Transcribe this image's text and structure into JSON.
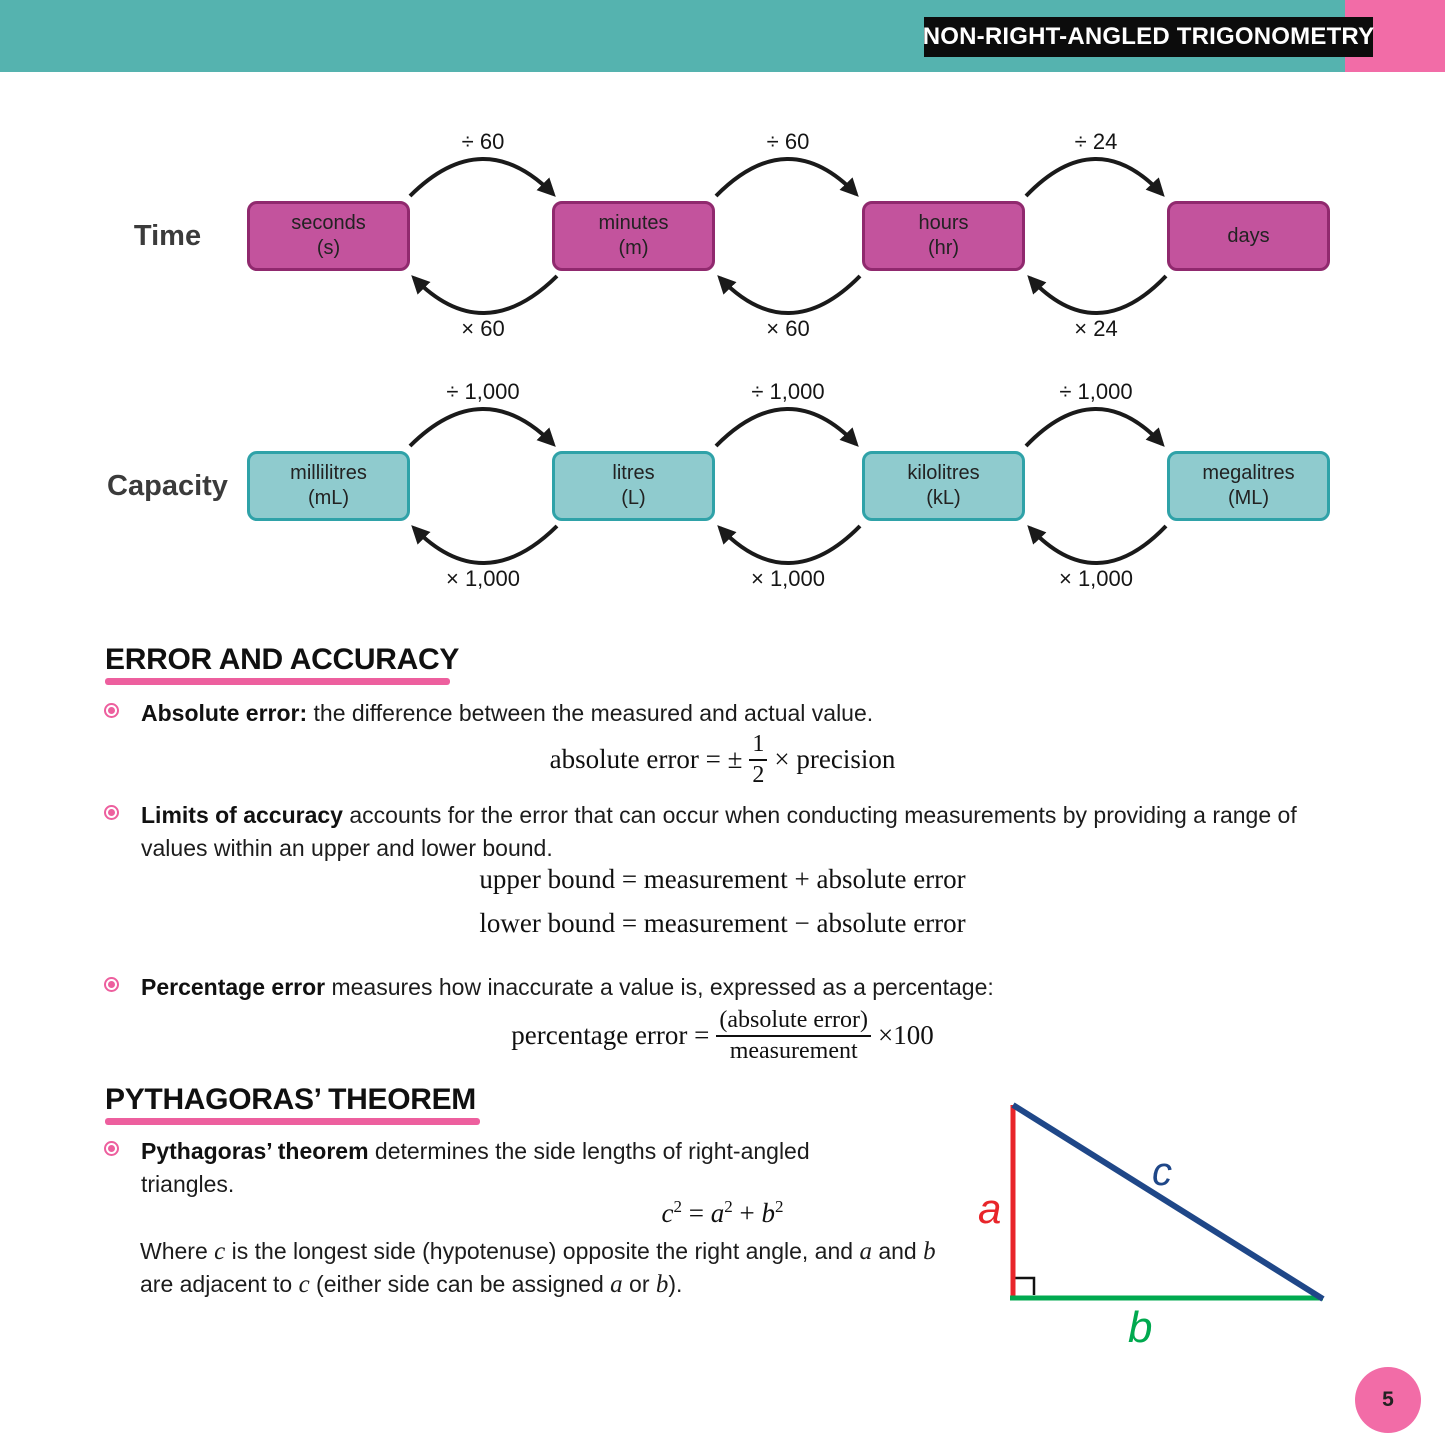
{
  "colors": {
    "teal": "#55b3af",
    "pink": "#f26ca7",
    "accent-pink": "#ed5f9e",
    "magenta-fill": "#c3539d",
    "magenta-border": "#90296e",
    "teal-fill": "#8fcbce",
    "teal-border": "#2fa2a8",
    "tri-red": "#e8252a",
    "tri-green": "#00a94f",
    "tri-blue": "#1f4788"
  },
  "header": {
    "title": "NON-RIGHT-ANGLED TRIGONOMETRY"
  },
  "conversions": {
    "rows": [
      {
        "label": "Time",
        "boxes": [
          {
            "line1": "seconds",
            "line2": "(s)"
          },
          {
            "line1": "minutes",
            "line2": "(m)"
          },
          {
            "line1": "hours",
            "line2": "(hr)"
          },
          {
            "line1": "days",
            "line2": ""
          }
        ],
        "top_labels": [
          "÷ 60",
          "÷ 60",
          "÷ 24"
        ],
        "bottom_labels": [
          "× 60",
          "× 60",
          "× 24"
        ]
      },
      {
        "label": "Capacity",
        "boxes": [
          {
            "line1": "millilitres",
            "line2": "(mL)"
          },
          {
            "line1": "litres",
            "line2": "(L)"
          },
          {
            "line1": "kilolitres",
            "line2": "(kL)"
          },
          {
            "line1": "megalitres",
            "line2": "(ML)"
          }
        ],
        "top_labels": [
          "÷ 1,000",
          "÷ 1,000",
          "÷ 1,000"
        ],
        "bottom_labels": [
          "× 1,000",
          "× 1,000",
          "× 1,000"
        ]
      }
    ]
  },
  "error_accuracy": {
    "heading": "ERROR AND ACCURACY",
    "bullet1_bold": "Absolute error:",
    "bullet1_rest": " the difference between the measured and actual value.",
    "abs_formula": {
      "lhs": "absolute error = ±",
      "num": "1",
      "den": "2",
      "rhs": "× precision"
    },
    "bullet2_bold": "Limits of accuracy",
    "bullet2_rest": " accounts for the error that can occur when conducting measurements by providing a range of values within an upper and lower bound.",
    "upper_bound_formula": "upper bound = measurement + absolute error",
    "lower_bound_formula": "lower bound = measurement − absolute error",
    "bullet3_bold": "Percentage error",
    "bullet3_rest": " measures how inaccurate a value is, expressed as a percentage:",
    "pct_formula": {
      "lhs": "percentage error =",
      "num": "(absolute error)",
      "den": "measurement",
      "rhs": "×100"
    }
  },
  "pythagoras": {
    "heading": "PYTHAGORAS’ THEOREM",
    "bullet_bold": "Pythagoras’ theorem",
    "bullet_rest": " determines the side lengths of right-angled triangles.",
    "formula": {
      "b1": "c",
      "e1": "2",
      "op1": "=",
      "b2": "a",
      "e2": "2",
      "op2": "+",
      "b3": "b",
      "e3": "2"
    },
    "where": {
      "s1": "Where ",
      "v1": "c",
      "s2": " is the longest side (hypotenuse) opposite the right angle, and ",
      "v2": "a",
      "s3": " and ",
      "v3": "b",
      "s4": " are adjacent to ",
      "v4": "c",
      "s5": " (either side can be assigned ",
      "v5": "a",
      "s6": " or ",
      "v6": "b",
      "s7": ")."
    },
    "triangle": {
      "a": "a",
      "b": "b",
      "c": "c"
    }
  },
  "page": {
    "number": "5"
  }
}
